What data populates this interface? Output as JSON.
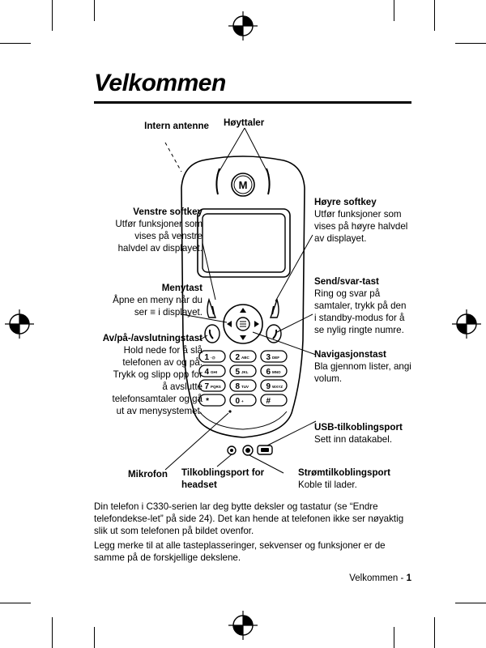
{
  "page": {
    "title": "Velkommen",
    "footer_section": "Velkommen",
    "footer_separator": "-",
    "footer_page": "1"
  },
  "phone_brand": "M",
  "labels": {
    "intern_antenne": {
      "title": "Intern antenne"
    },
    "hoyttaler": {
      "title": "Høyttaler"
    },
    "venstre_softkey": {
      "title": "Venstre softkey",
      "lines": [
        "Utfør funksjoner som",
        "vises på venstre",
        "halvdel av displayet."
      ]
    },
    "hoyre_softkey": {
      "title": "Høyre softkey",
      "lines": [
        "Utfør funksjoner som",
        "vises på høyre halvdel",
        "av displayet."
      ]
    },
    "menytast": {
      "title": "Menytast",
      "lines": [
        "Åpne en meny når du"
      ],
      "line2_before": "ser",
      "line2_after": "i displayet."
    },
    "send_svar": {
      "title": "Send/svar-tast",
      "lines": [
        "Ring og svar på",
        "samtaler, trykk på den",
        "i standby-modus for å",
        "se nylig ringte numre."
      ]
    },
    "av_pa": {
      "title": "Av/på-/avslutningstast",
      "lines": [
        "Hold nede for å slå",
        "telefonen av og på.",
        "Trykk og slipp opp for",
        "å avslutte",
        "telefonsamtaler og gå",
        "ut av menysystemet."
      ]
    },
    "navigasjon": {
      "title": "Navigasjonstast",
      "lines": [
        "Bla gjennom lister, angi",
        "volum."
      ]
    },
    "usb": {
      "title": "USB-tilkoblingsport",
      "lines": [
        "Sett inn datakabel."
      ]
    },
    "mikrofon": {
      "title": "Mikrofon"
    },
    "headset": {
      "title_lines": [
        "Tilkoblingsport for",
        "headset"
      ]
    },
    "strom": {
      "title": "Strømtilkoblingsport",
      "lines": [
        "Koble til lader."
      ]
    }
  },
  "keypad": [
    "1",
    "2",
    "3",
    "4",
    "5",
    "6",
    "7",
    "8",
    "9",
    "*",
    "0",
    "#"
  ],
  "keypad_sub": [
    "·@",
    "ABC",
    "DEF",
    "GHI",
    "JKL",
    "MNO",
    "PQRS",
    "TUV",
    "WXYZ",
    "",
    "+",
    ""
  ],
  "paragraphs": [
    "Din telefon i C330-serien lar deg bytte deksler og tastatur (se “Endre telefondekse-let” på side 24). Det kan hende at telefonen ikke ser nøyaktig slik ut som telefonen på bildet ovenfor.",
    "Legg merke til at alle tasteplasseringer, sekvenser og funksjoner er de samme på de forskjellige dekslene."
  ]
}
